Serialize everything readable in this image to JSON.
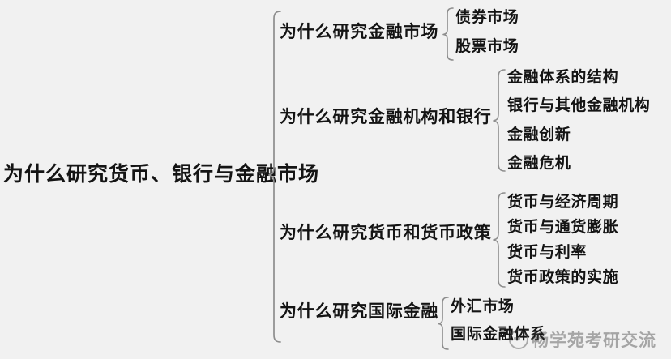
{
  "diagram": {
    "type": "mind-map",
    "title": "为什么研究货币、银行与金融市场",
    "root": {
      "label": "为什么研究货币、银行与金融市场"
    },
    "branches": [
      {
        "label": "为什么研究金融市场",
        "children": [
          {
            "label": "债券市场"
          },
          {
            "label": "股票市场"
          }
        ]
      },
      {
        "label": "为什么研究金融机构和银行",
        "children": [
          {
            "label": "金融体系的结构"
          },
          {
            "label": "银行与其他金融机构"
          },
          {
            "label": "金融创新"
          },
          {
            "label": "金融危机"
          }
        ]
      },
      {
        "label": "为什么研究货币和货币政策",
        "children": [
          {
            "label": "货币与经济周期"
          },
          {
            "label": "货币与通货膨胀"
          },
          {
            "label": "货币与利率"
          },
          {
            "label": "货币政策的实施"
          }
        ]
      },
      {
        "label": "为什么研究国际金融",
        "children": [
          {
            "label": "外汇市场"
          },
          {
            "label": "国际金融体系"
          }
        ]
      }
    ]
  },
  "watermark": {
    "logo_icon": "circle-logo-icon",
    "text": "畅学苑考研交流"
  },
  "colors": {
    "background": "#f1f1f1",
    "text": "#141414",
    "brace": "#8d8d8d",
    "watermark_text": "#3d3d3d"
  }
}
